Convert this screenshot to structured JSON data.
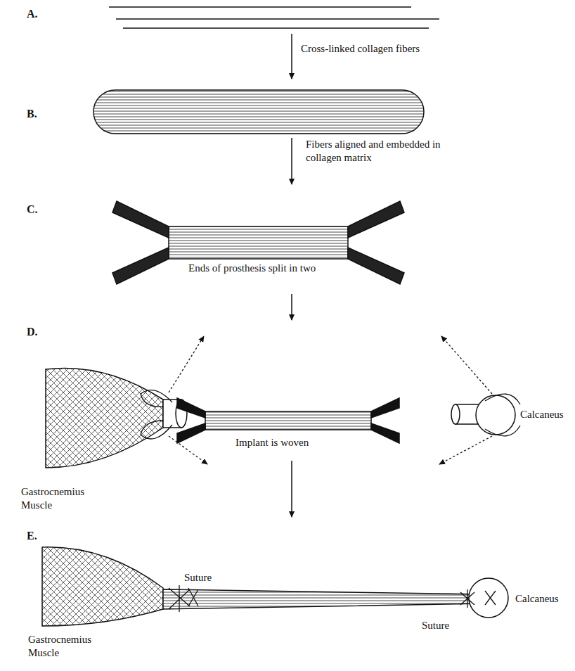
{
  "diagram": {
    "labels": [
      "A.",
      "Cross-linked collagen fibers",
      "B.",
      "Fibers aligned and embedded in collagen matrix",
      "C.",
      "Ends of prosthesis split in two",
      "D.",
      "Implant is woven",
      "Gastrocnemius Muscle",
      "Calcaneus",
      "E.",
      "Suture",
      "Suture",
      "Gastrocnemius Muscle",
      "Calcaneus"
    ]
  }
}
